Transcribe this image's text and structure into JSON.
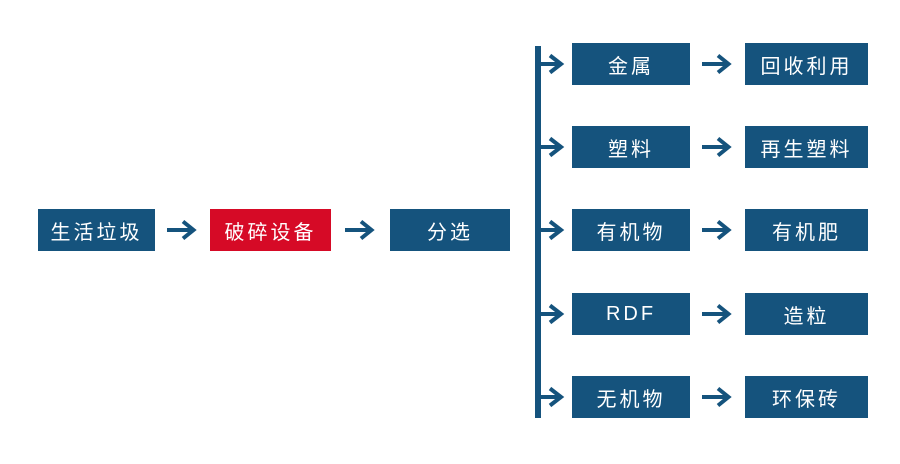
{
  "colors": {
    "box_blue": "#15537D",
    "box_red": "#D60A26",
    "text": "#FFFFFF",
    "connector": "#15537D",
    "background": "#FFFFFF"
  },
  "main_flow": [
    {
      "label": "生活垃圾",
      "color": "blue"
    },
    {
      "label": "破碎设备",
      "color": "red"
    },
    {
      "label": "分选",
      "color": "blue"
    }
  ],
  "branches": [
    {
      "source": "金属",
      "result": "回收利用"
    },
    {
      "source": "塑料",
      "result": "再生塑料"
    },
    {
      "source": "有机物",
      "result": "有机肥"
    },
    {
      "source": "RDF",
      "result": "造粒"
    },
    {
      "source": "无机物",
      "result": "环保砖"
    }
  ],
  "icons": {
    "arrow": "arrow-right"
  }
}
